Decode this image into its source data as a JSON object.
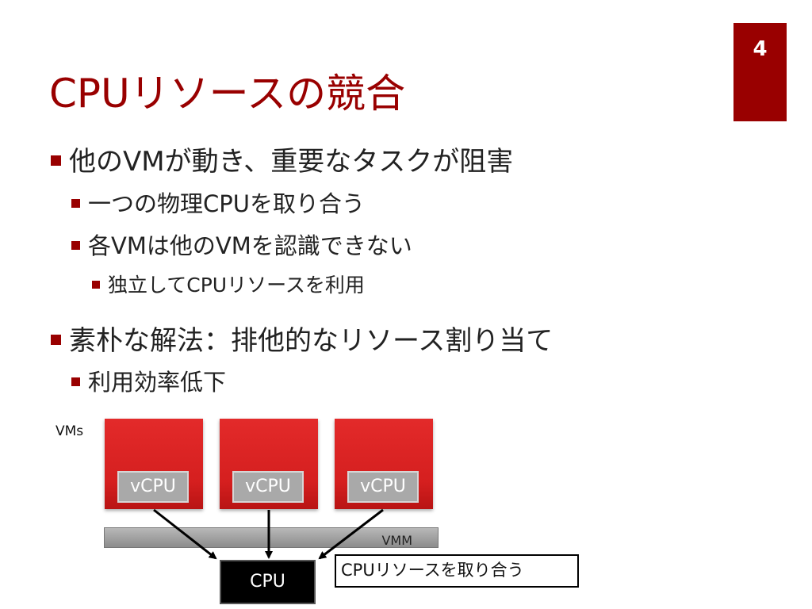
{
  "slide": {
    "page_number": "4",
    "title": "CPUリソースの競合",
    "bullets": [
      {
        "level": 1,
        "text": "他のVMが動き、重要なタスクが阻害"
      },
      {
        "level": 2,
        "text": "一つの物理CPUを取り合う"
      },
      {
        "level": 2,
        "text": "各VMは他のVMを認識できない"
      },
      {
        "level": 3,
        "text": "独立してCPUリソースを利用"
      },
      {
        "level": 1,
        "text": "素朴な解法：排他的なリソース割り当て"
      },
      {
        "level": 2,
        "text": "利用効率低下"
      }
    ]
  },
  "diagram": {
    "vms_label": "VMs",
    "vcpu_labels": [
      "vCPU",
      "vCPU",
      "vCPU"
    ],
    "vmm_label": "VMM",
    "cpu_label": "CPU",
    "callout": "CPUリソースを取り合う"
  },
  "colors": {
    "accent": "#990000",
    "vm_red": "#d51f1f",
    "vcpu_gray": "#a9a9a9"
  }
}
